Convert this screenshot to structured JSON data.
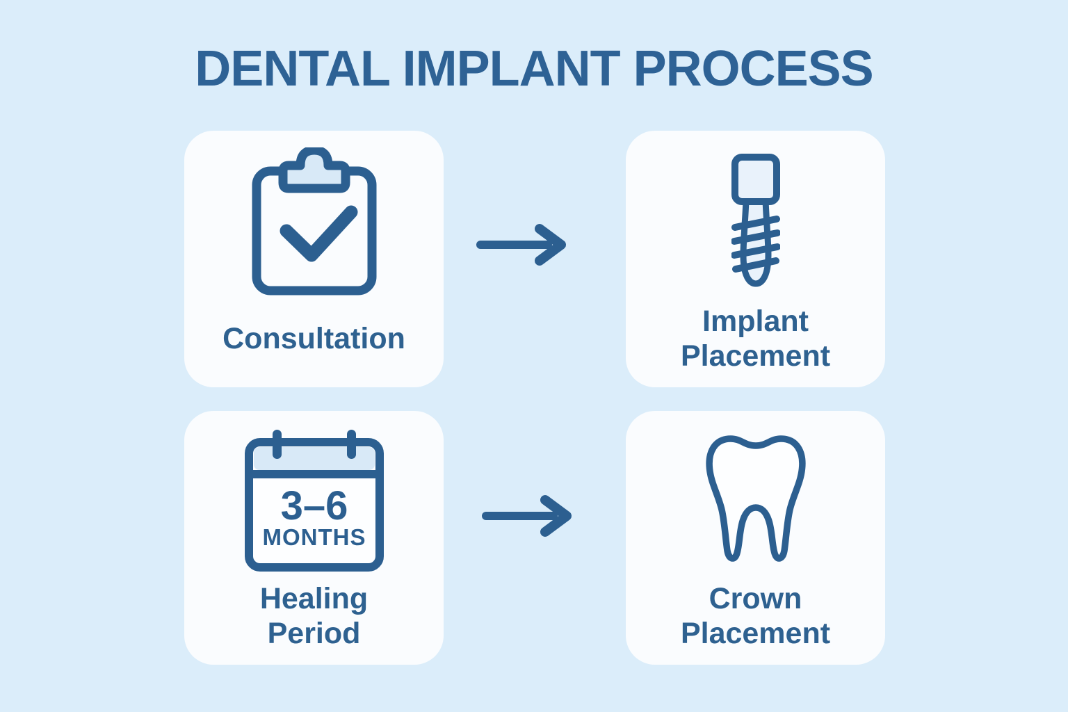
{
  "title": "DENTAL IMPLANT PROCESS",
  "steps": [
    {
      "label": "Consultation",
      "icon": "clipboard-check-icon"
    },
    {
      "label": "Implant Placement",
      "icon": "dental-implant-icon"
    },
    {
      "label": "Healing Period",
      "icon": "calendar-icon",
      "calendar_range": "3–6",
      "calendar_unit": "MONTHS"
    },
    {
      "label": "Crown Placement",
      "icon": "tooth-icon"
    }
  ],
  "arrows": [
    {
      "icon": "right-arrow-icon",
      "from": "Consultation",
      "to": "Implant Placement"
    },
    {
      "icon": "right-arrow-icon",
      "from": "Healing Period",
      "to": "Crown Placement"
    }
  ],
  "colors": {
    "background": "#dbedfa",
    "card": "#fafcfe",
    "outline_ink": "#2c5f90",
    "title_ink": "#2e6295",
    "label_ink": "#2e6190",
    "light_fill": "#d8e9f7",
    "implant_fill": "#e9f2fb"
  }
}
